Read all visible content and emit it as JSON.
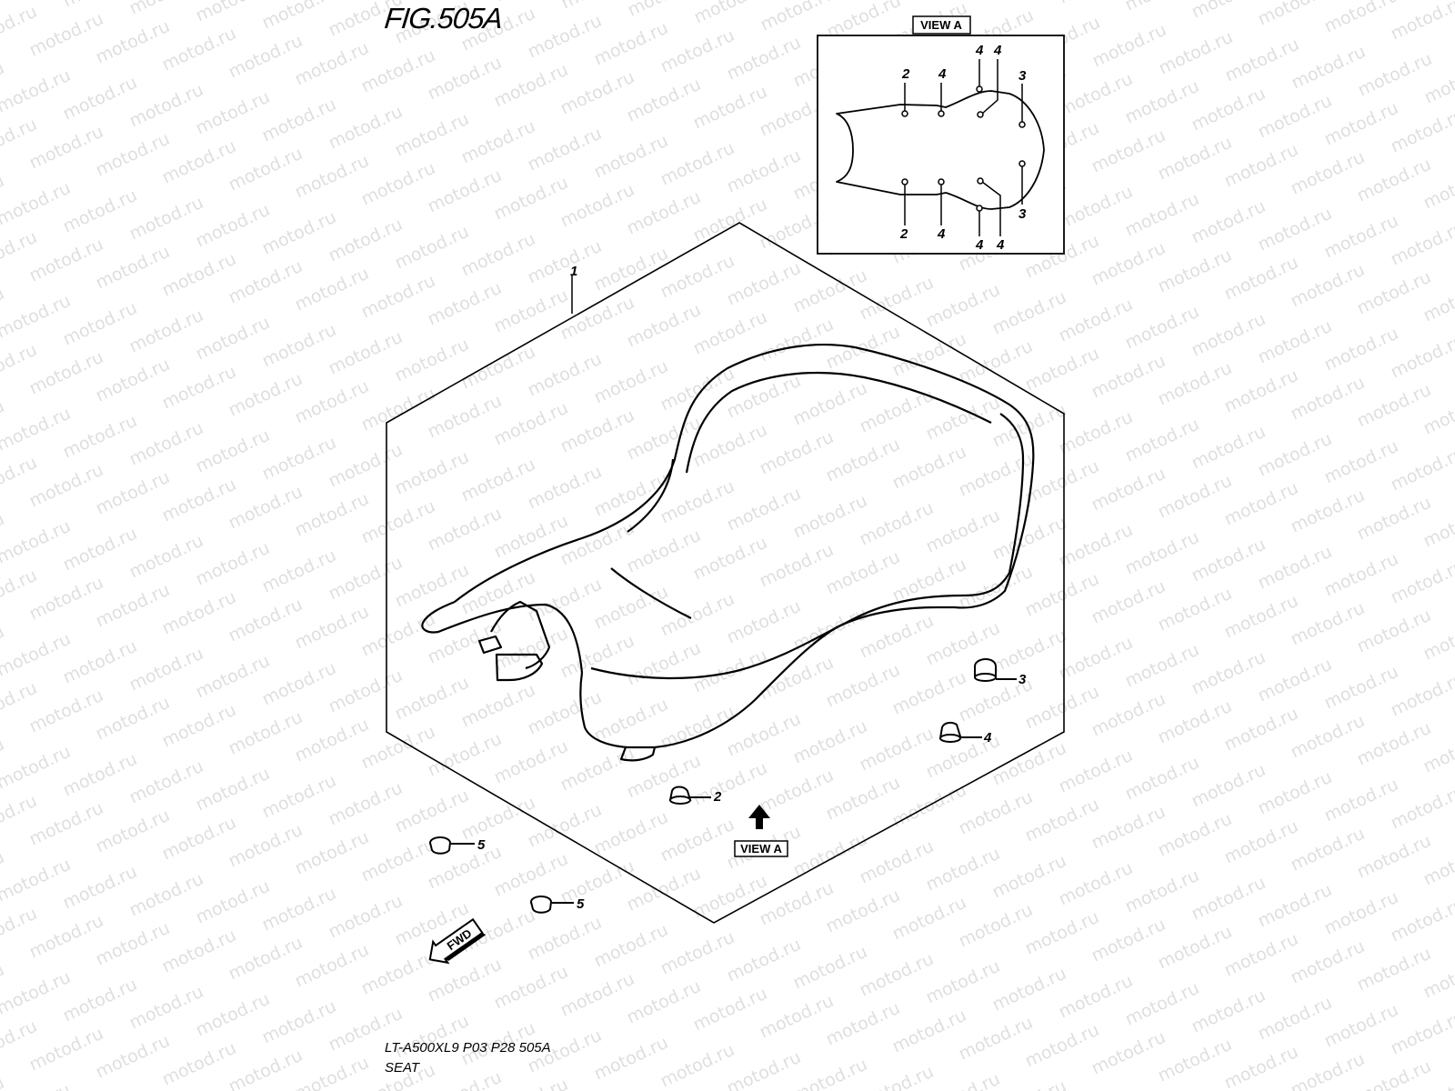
{
  "figure": {
    "title": "FIG.505A",
    "model_code": "LT-A500XL9 P03 P28 505A",
    "caption": "SEAT"
  },
  "watermark": {
    "text": "motod.ru"
  },
  "view_a_inset": {
    "title": "VIEW A",
    "labels": [
      "2",
      "4",
      "4",
      "4",
      "3",
      "3",
      "2",
      "4",
      "4",
      "4"
    ]
  },
  "callouts": {
    "seat_assembly": "1",
    "cushion_3": "3",
    "cushion_4": "4",
    "cushion_2": "2",
    "cushion_5a": "5",
    "cushion_5b": "5"
  },
  "view_a_pointer": {
    "label": "VIEW A"
  },
  "fwd_arrow": {
    "label": "FWD"
  }
}
